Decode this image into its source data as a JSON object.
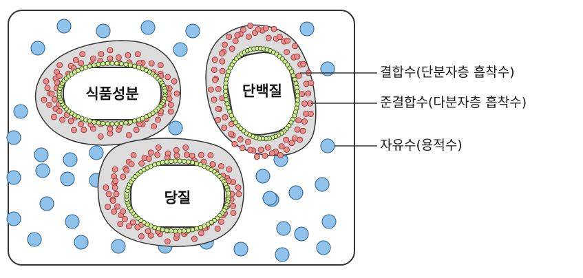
{
  "particles": {
    "food_component": {
      "label": "식품성분"
    },
    "protein": {
      "label": "단백질"
    },
    "sugar": {
      "label": "당질"
    }
  },
  "legend": {
    "bound_water": "결합수(단분자층 흡착수)",
    "quasi_bound_water": "준결합수(다분자층 흡착수)",
    "free_water": "자유수(용적수)"
  },
  "colors": {
    "free_water_fill": "#8fc3ec",
    "free_water_stroke": "#3b6f9a",
    "quasi_bound_fill": "#e58c8c",
    "quasi_bound_stroke": "#a33b3b",
    "bound_fill": "#d6ec9a",
    "bound_stroke": "#3f5f22",
    "hydration_shell": "#dcdcdc",
    "core": "#ffffff",
    "outline": "#333333"
  }
}
